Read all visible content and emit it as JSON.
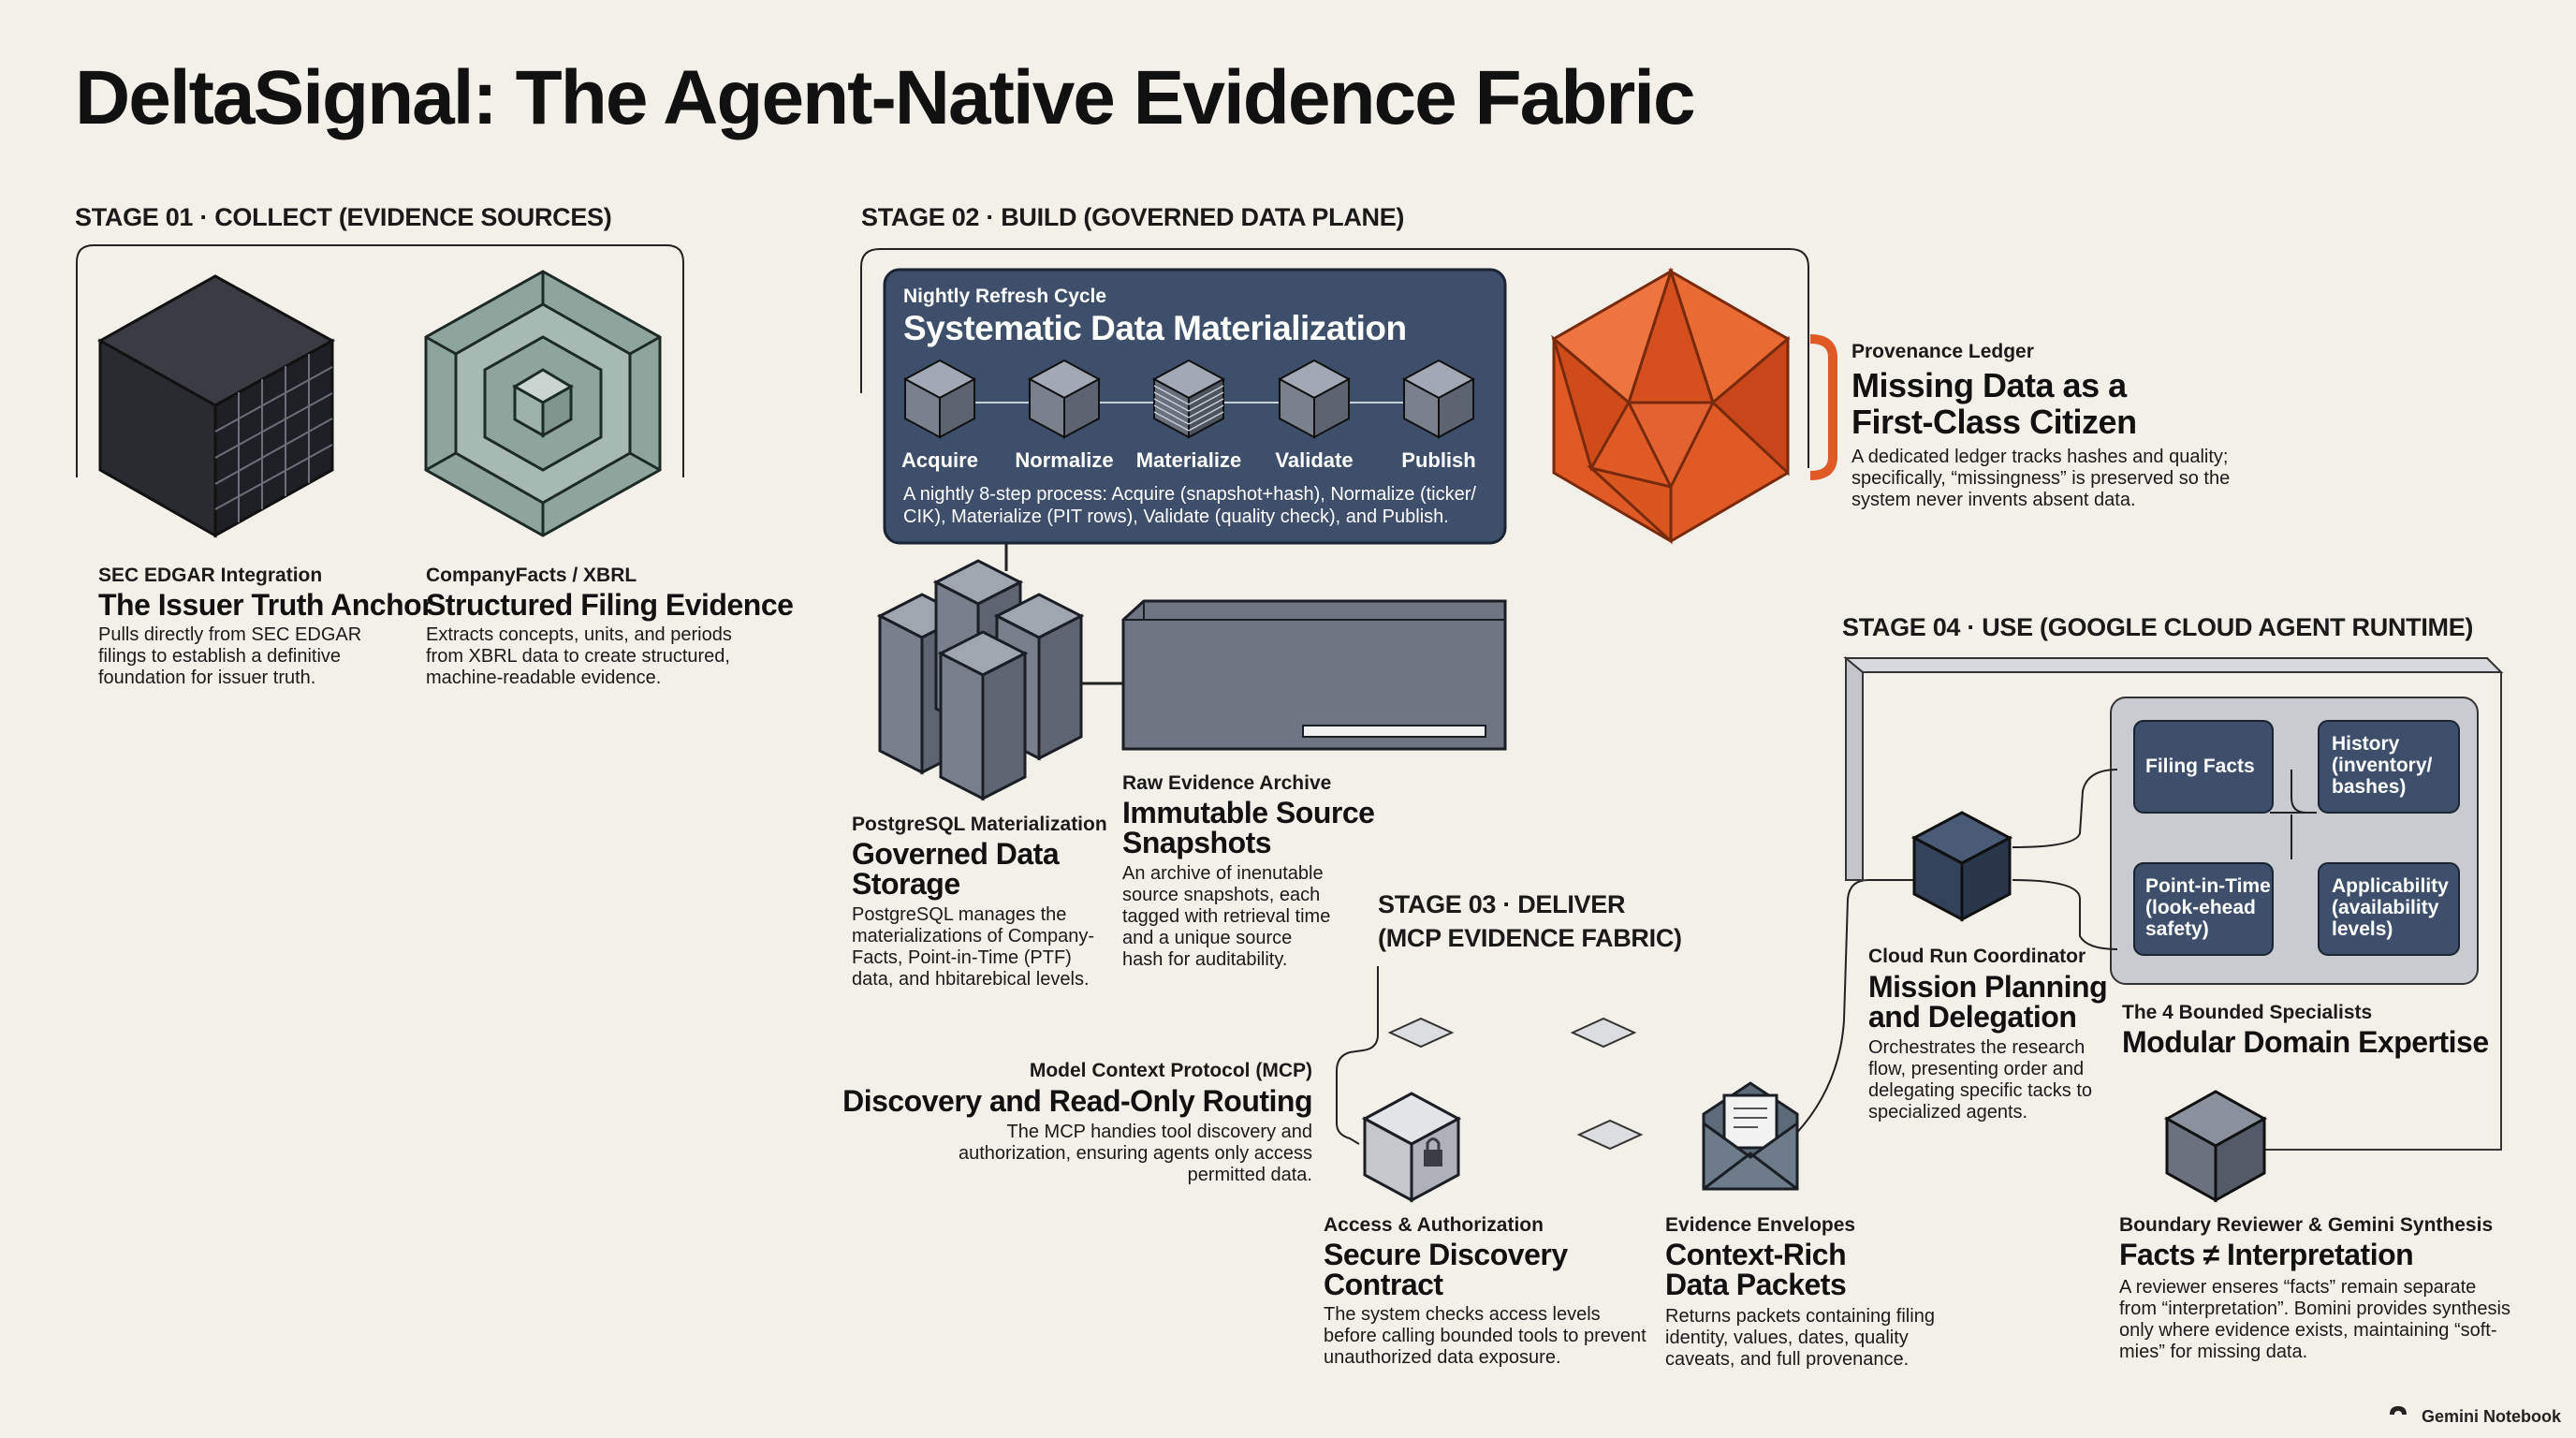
{
  "title": "DeltaSignal: The Agent-Native Evidence Fabric",
  "colors": {
    "background": "#f3f0ea",
    "navy": "#3e4f6b",
    "slate": "#6f7581",
    "orange": "#e05a26",
    "sage": "#8ea59e"
  },
  "stage01": {
    "label": "STAGE 01 · COLLECT (EVIDENCE SOURCES)",
    "edgar": {
      "kicker": "SEC EDGAR Integration",
      "heading": "The Issuer Truth Anchor",
      "body": [
        "Pulls directly from SEC EDGAR",
        "filings to establish a definitive",
        "foundation for issuer truth."
      ]
    },
    "xbrl": {
      "kicker": "CompanyFacts / XBRL",
      "heading": "Structured Filing Evidence",
      "body": [
        "Extracts concepts, units, and periods",
        "from XBRL data to create structured,",
        "machine-readable evidence."
      ]
    }
  },
  "stage02": {
    "label": "STAGE 02 · BUILD (GOVERNED DATA PLANE)",
    "refresh": {
      "kicker": "Nightly Refresh Cycle",
      "heading": "Systematic Data Materialization",
      "steps": [
        "Acquire",
        "Normalize",
        "Materialize",
        "Validate",
        "Publish"
      ],
      "body": [
        "A nightly 8-step process: Acquire (snapshot+hash), Normalize (ticker/",
        "CIK), Materialize (PIT rows), Validate (quality check), and Publish."
      ]
    },
    "ledger": {
      "kicker": "Provenance Ledger",
      "heading": [
        "Missing Data as a",
        "First-Class Citizen"
      ],
      "body": [
        "A dedicated ledger tracks hashes and quality;",
        "specifically, “missingness” is preserved so the",
        "system never invents absent data."
      ]
    },
    "postgres": {
      "kicker": "PostgreSQL Materialization",
      "heading": [
        "Governed Data",
        "Storage"
      ],
      "body": [
        "PostgreSQL manages the",
        "materializations of Company-",
        "Facts, Point-in-Time (PTF)",
        "data, and hbitarebical levels."
      ]
    },
    "archive": {
      "kicker": "Raw Evidence Archive",
      "heading": [
        "Immutable Source",
        "Snapshots"
      ],
      "body": [
        "An archive of inenutable",
        "source snapshots, each",
        "tagged with retrieval time",
        "and a unique source",
        "hash for auditability."
      ]
    }
  },
  "stage03": {
    "label": [
      "STAGE 03 · DELIVER",
      "(MCP EVIDENCE FABRIC)"
    ],
    "mcp": {
      "kicker": "Model Context Protocol (MCP)",
      "heading": "Discovery and Read-Only Routing",
      "body": [
        "The MCP handies tool discovery and",
        "authorization, ensuring agents only access",
        "permitted data."
      ]
    },
    "access": {
      "kicker": "Access & Authorization",
      "heading": [
        "Secure Discovery",
        "Contract"
      ],
      "body": [
        "The system checks access levels",
        "before calling bounded tools to prevent",
        "unauthorized data exposure."
      ]
    },
    "envelopes": {
      "kicker": "Evidence Envelopes",
      "heading": [
        "Context-Rich",
        "Data Packets"
      ],
      "body": [
        "Returns packets containing filing",
        "identity, values, dates, quality",
        "caveats, and full provenance."
      ]
    }
  },
  "stage04": {
    "label": "STAGE 04 · USE (GOOGLE CLOUD AGENT RUNTIME)",
    "specialists": [
      [
        "Filing Facts"
      ],
      [
        "History",
        "(inventory/",
        "bashes)"
      ],
      [
        "Point-in-Time",
        "(look-ehead",
        "safety)"
      ],
      [
        "Applicability",
        "(availability",
        "levels)"
      ]
    ],
    "coordinator": {
      "kicker": "Cloud Run Coordinator",
      "heading": [
        "Mission Planning",
        "and Delegation"
      ],
      "body": [
        "Orchestrates the research",
        "flow, presenting order and",
        "delegating specific tacks to",
        "specialized agents."
      ]
    },
    "bounded": {
      "kicker": "The 4 Bounded Specialists",
      "heading": "Modular Domain Expertise"
    },
    "reviewer": {
      "kicker": "Boundary Reviewer & Gemini Synthesis",
      "heading": "Facts ≠ Interpretation",
      "body": [
        "A reviewer enseres “facts” remain separate",
        "from “interpretation”. Bomini provides synthesis",
        "only where evidence exists, maintaining “soft-",
        "mies” for missing data."
      ]
    }
  },
  "brand": "Gemini Notebook"
}
